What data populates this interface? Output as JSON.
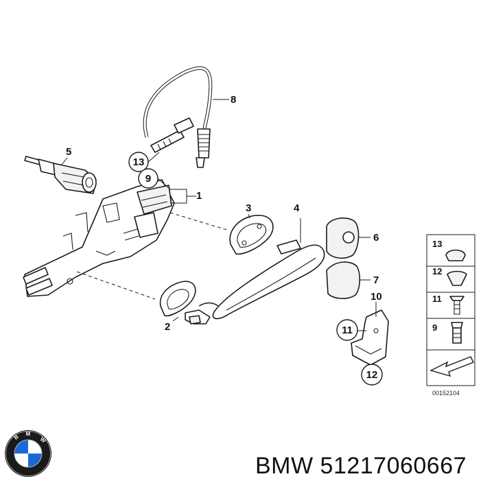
{
  "diagram": {
    "callouts": [
      "1",
      "2",
      "3",
      "4",
      "5",
      "6",
      "7",
      "8",
      "9",
      "10",
      "11",
      "12",
      "13"
    ],
    "side_panel_labels": [
      "13",
      "12",
      "11",
      "9"
    ],
    "drawing_code": "00152104"
  },
  "caption": {
    "brand": "BMW",
    "part_number": "51217060667",
    "text": "BMW 51217060667"
  },
  "logo": {
    "name": "bmw-roundel",
    "letters": "BMW",
    "colors": {
      "ring": "#1a1a1a",
      "blue": "#1c69d4",
      "white": "#ffffff"
    }
  }
}
